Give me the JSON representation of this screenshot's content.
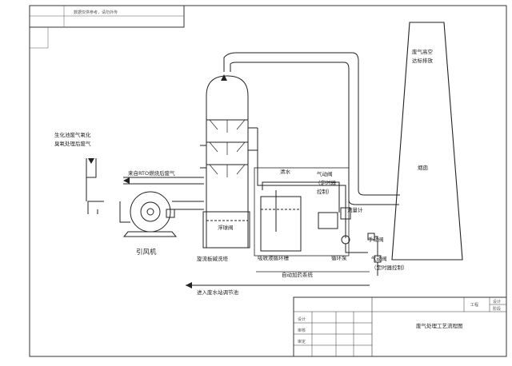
{
  "title_block": {
    "drawing_title": "废气处理工艺流程图",
    "top_note": "数据仅供参考，请勿外传",
    "cell_right_top_1": "工程",
    "cell_right_top_2": "设计",
    "cell_right_top_3": "阶段",
    "row_labels": [
      "设计",
      "审核",
      "审定"
    ]
  },
  "labels": {
    "source_gas": "生化池废气氧化\n臭氧处理后废气",
    "rto_gas": "来自RTO燃烧后废气",
    "fan": "引风机",
    "tower": "旋流板碱洗塔",
    "float_valve": "浮球阀",
    "clear_water": "清水",
    "tank": "吸收液循环槽",
    "pneumatic_valve_1": "气动阀\n（定时器\n控制）",
    "flowmeter": "流量计",
    "pump": "循环泵",
    "manual_valve": "手动阀",
    "pneumatic_valve_2": "气动阀\n（定时器控制）",
    "dosing": "自动加药系统",
    "to_pool": "进入废水站调节池",
    "chimney": "烟囱",
    "discharge": "废气高空\n达标排放"
  },
  "colors": {
    "line": "#222222",
    "background": "#ffffff"
  }
}
